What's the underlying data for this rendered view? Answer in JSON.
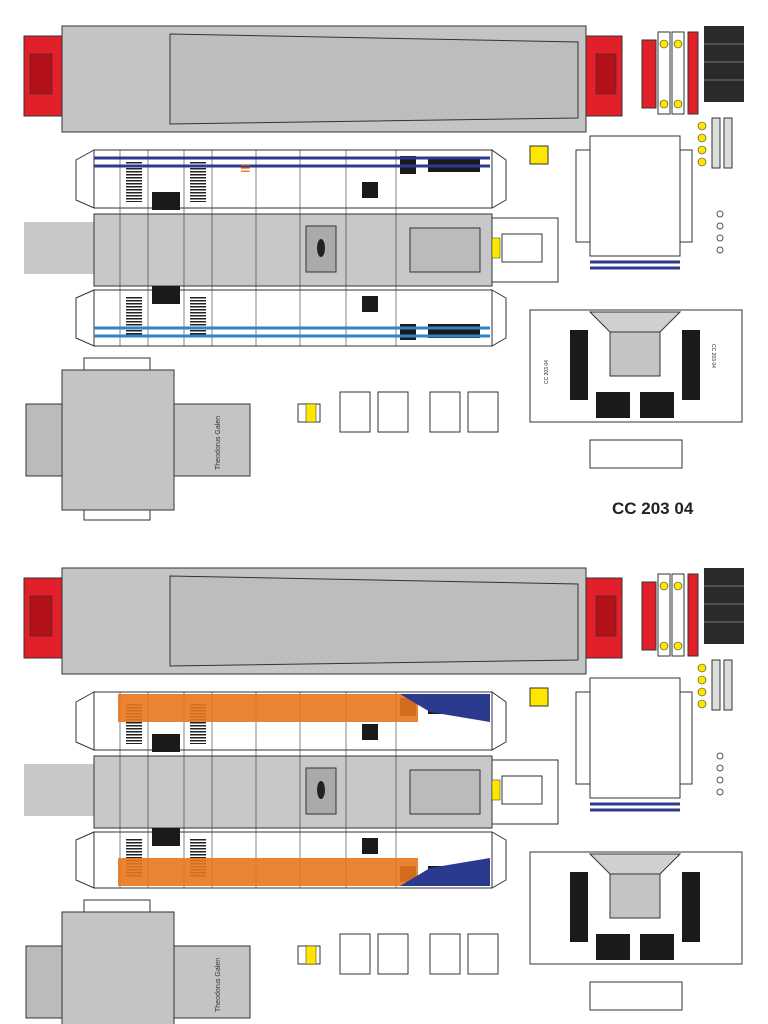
{
  "sheet": {
    "title": "CC 203 04",
    "credit": "Theodorus Galen"
  },
  "liveries": [
    {
      "id": "blue",
      "stripe_main": "#2b3a8f",
      "stripe_accent": "#2e86c1",
      "logo": "#e8761e"
    },
    {
      "id": "orange",
      "stripe_main": "#e8761e",
      "stripe_accent": "#2b3a8f",
      "logo": "#2b3a8f"
    }
  ],
  "colors": {
    "roof": "#b9b9b9",
    "body_grey": "#c8c8c8",
    "outline": "#333333",
    "bogie_red": "#e2202a",
    "signal_yellow": "#ffe600",
    "window_black": "#1a1a1a"
  },
  "cab_markings": {
    "number_left": "CC 203 04",
    "number_right": "CC 203 04"
  }
}
